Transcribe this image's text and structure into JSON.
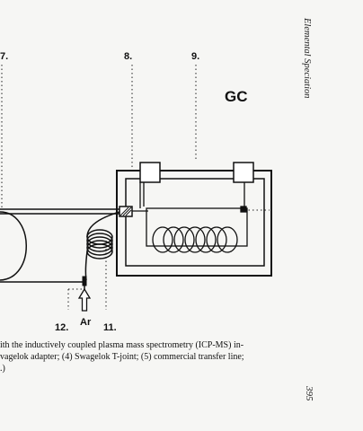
{
  "figure": {
    "labels": {
      "l7": "7.",
      "l8": "8.",
      "l9": "9.",
      "gc": "GC",
      "l12": "12.",
      "ar": "Ar",
      "l11": "11."
    }
  },
  "running_head": "Elemental Speciation",
  "caption": {
    "lines": [
      "ith the inductively coupled plasma mass spectrometry (ICP-MS) in-",
      "vagelok adapter; (4) Swagelok T-joint; (5) commercial transfer line;",
      ".)"
    ]
  },
  "page_number": "395"
}
